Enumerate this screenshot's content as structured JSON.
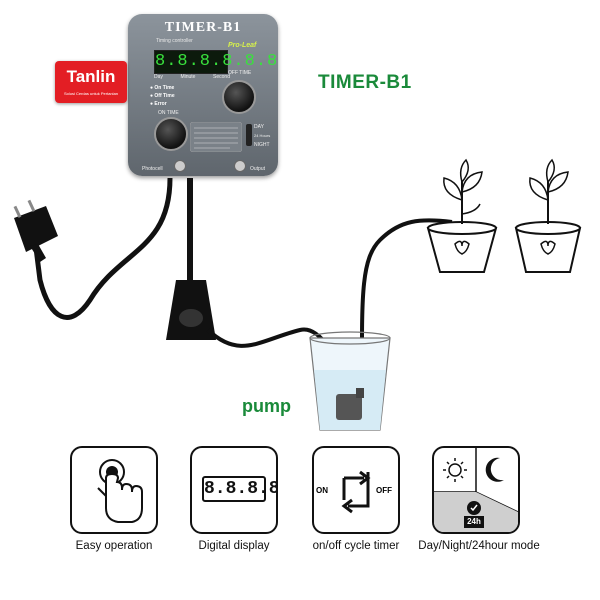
{
  "device": {
    "title": "TIMER-B1",
    "subtitle": "Timing controller",
    "brand": "Pro-Leaf",
    "display_digits": "8.8.8.8.8.8",
    "display_labels": [
      "Day",
      "Minute",
      "Second"
    ],
    "modes": [
      "On Time",
      "Off Time",
      "Error"
    ],
    "knob_on_label": "ON TIME",
    "knob_off_label": "OFF TIME",
    "switch_labels": [
      "DAY",
      "24 Hours",
      "NIGHT"
    ],
    "bottom_left": "Photocell",
    "bottom_right": "Output"
  },
  "badge": {
    "logo": "Tanlin",
    "tagline": "Solusi Cerdas untuk Pertanian"
  },
  "heading": "TIMER-B1",
  "pump_label": "pump",
  "features": [
    {
      "label": "Easy operation",
      "icon": "hand-touch-icon"
    },
    {
      "label": "Digital display",
      "icon": "digital-display-icon",
      "digits": "8.8.8.8."
    },
    {
      "label": "on/off cycle timer",
      "icon": "cycle-icon",
      "on": "ON",
      "off": "OFF"
    },
    {
      "label": "Day/Night/24hour mode",
      "icon": "sun-moon-icon",
      "badge": "24h"
    }
  ],
  "colors": {
    "accent_green": "#1a8a3a",
    "badge_red": "#e31e24",
    "lcd_green": "#39e13d"
  }
}
